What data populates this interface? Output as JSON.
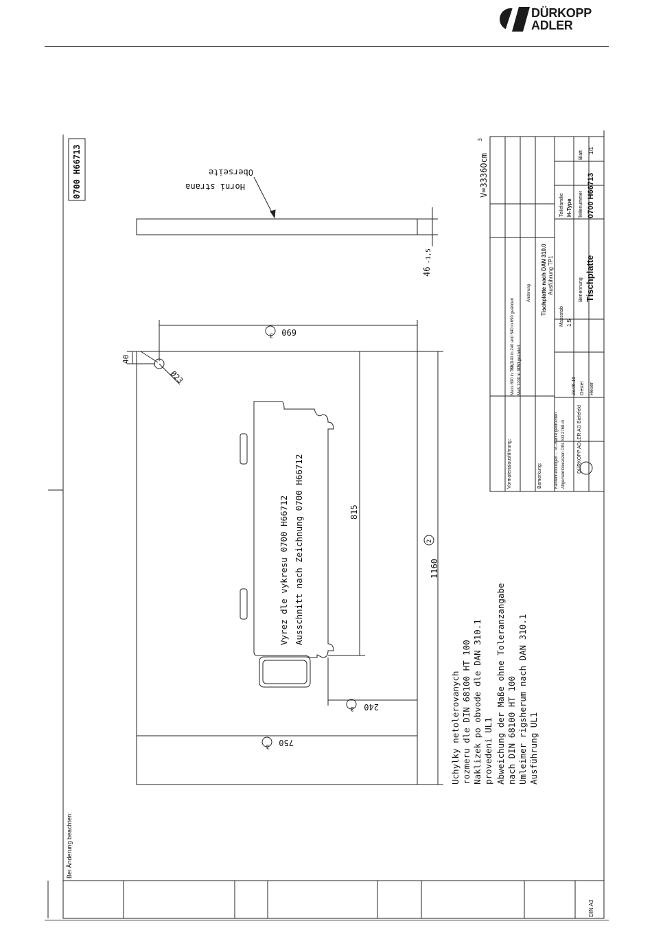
{
  "header": {
    "brand_line1": "DÜRKOPP",
    "brand_line2": "ADLER"
  },
  "drawing": {
    "drawing_number": "0700 H66713",
    "volume": "V=3336Ocm",
    "volume_sup": "3",
    "surface_label_cz": "Horni strana",
    "surface_label_de": "Oberseite",
    "thickness": "46",
    "thickness_tol": "-1,5",
    "dim_690": "690",
    "dim_40": "40",
    "dim_diameter": "Ø23",
    "dim_815": "815",
    "dim_1160": "1160",
    "dim_240": "240",
    "dim_750": "750",
    "ref_2": "2",
    "ref_3": "3",
    "cutout_note_cz": "Vyrez dle vykresu 0700 H66712",
    "cutout_note_de": "Ausschnitt nach Zeichnung 0700 H66712",
    "notes": [
      "Uchylky netolerovanych",
      "rozmeru dle DIN 68100 HT 100",
      "Naklizek po obvode dle DAN 310.1",
      "provedeni UL1",
      "Abweichung der Maße ohne Toleranzangabe",
      "nach DIN 68100 HT 100",
      "Umleimer rigsherum nach DAN 310.1",
      "Ausführung UL1"
    ],
    "change_note": "Bei Änderung beachten:"
  },
  "title_block": {
    "title": "Tischplatte",
    "drawing_number": "0700 H66713",
    "material": "Tischplatte nach DAN 310.0",
    "execution": "Ausführung TP1",
    "scale_label": "Massstab",
    "scale": "1:5",
    "type_label": "Teilefamilie",
    "type": "H-Type",
    "designation_label": "Benennung",
    "number_label": "Teilenummer",
    "sheet_label": "Blatt",
    "sheet": "1/1",
    "company": "DÜRKOPP ADLER AG Bielefeld",
    "standard": "DIN A3",
    "revisions": [
      "Mass 690 in 750, 140 in 240 and 540 in 690 geändert",
      "Maß 1200 in 1160 geändert"
    ],
    "revision_ids": [
      "X3,0",
      "X2,0"
    ],
    "revision_header": "Änderung",
    "date": "23.06.10",
    "drawn_by": "Oestel",
    "checked_by": "Heuer",
    "remarks_label": "Bemerkung:",
    "handling_label": "Vormaterialausführung:",
    "edge_note": "Kantenrundungen ... VL-Kante gebrochen",
    "general_tol": "Allgemeintoleranzen DIN ISO 2768-m"
  }
}
